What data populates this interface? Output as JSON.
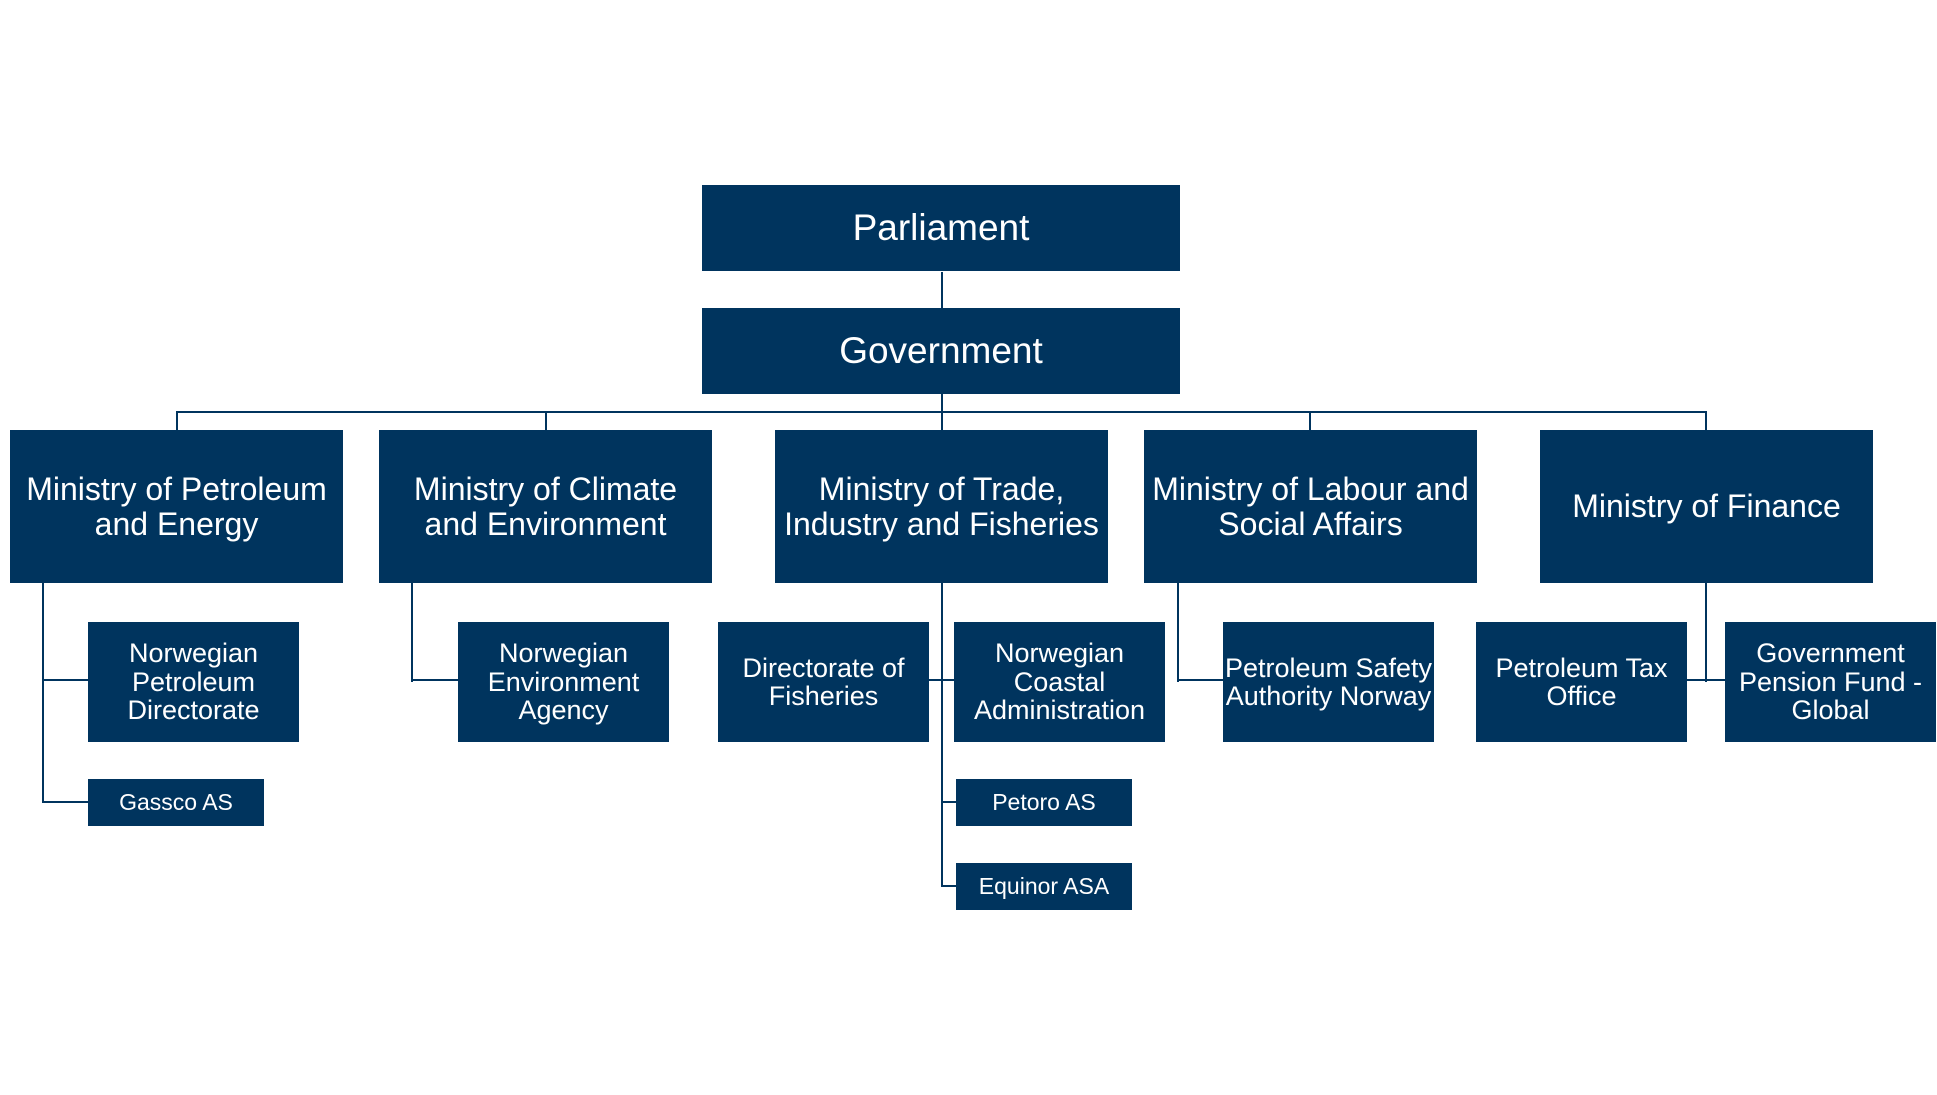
{
  "colors": {
    "box_fill": "#00345e",
    "text": "#ffffff",
    "connector": "#00345e"
  },
  "levels": {
    "parliament": "Parliament",
    "government": "Government"
  },
  "ministries": {
    "petroleum_energy": {
      "label": "Ministry of Petroleum and Energy",
      "units": {
        "directorate": "Norwegian Petroleum Directorate",
        "gassco": "Gassco AS"
      }
    },
    "climate_environment": {
      "label": "Ministry of Climate and Environment",
      "units": {
        "environment_agency": "Norwegian Environment Agency"
      }
    },
    "trade_industry_fisheries": {
      "label": "Ministry of Trade, Industry and Fisheries",
      "units": {
        "fisheries_directorate": "Directorate of Fisheries",
        "coastal_administration": "Norwegian Coastal Administration",
        "petoro": "Petoro AS",
        "equinor": "Equinor ASA"
      }
    },
    "labour_social": {
      "label": "Ministry of Labour and Social Affairs",
      "units": {
        "safety_authority": "Petroleum Safety Authority Norway"
      }
    },
    "finance": {
      "label": "Ministry of Finance",
      "units": {
        "tax_office": "Petroleum Tax Office",
        "pension_fund": "Government Pension Fund - Global"
      }
    }
  }
}
